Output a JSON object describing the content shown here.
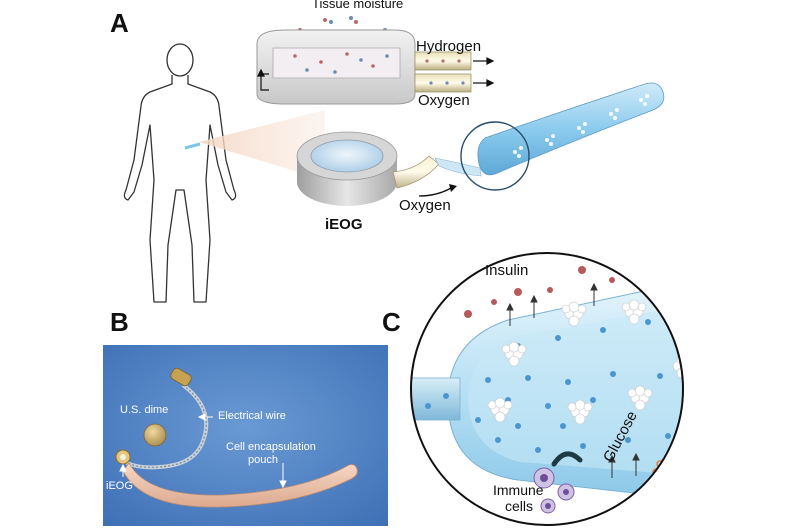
{
  "panels": {
    "a": "A",
    "b": "B",
    "c": "C"
  },
  "panel_a": {
    "tissue_moisture": "Tissue moisture",
    "hydrogen": "Hydrogen",
    "oxygen_top": "Oxygen",
    "oxygen_flow": "Oxygen",
    "device": "iEOG"
  },
  "panel_b": {
    "dime": "U.S. dime",
    "wire": "Electrical wire",
    "pouch_line1": "Cell encapsulation",
    "pouch_line2": "pouch",
    "ieog": "iEOG"
  },
  "panel_c": {
    "insulin": "Insulin",
    "glucose": "Glucose",
    "immune_line1": "Immune",
    "immune_line2": "cells"
  },
  "colors": {
    "photo_bg": "#4a7fc6",
    "pouch_blue": "#a9d8f2",
    "device_gray": "#c9c9c9",
    "insulin_red": "#b85a5a",
    "glucose_orange": "#e07a3a",
    "immune_purple": "#7d5fa8"
  }
}
